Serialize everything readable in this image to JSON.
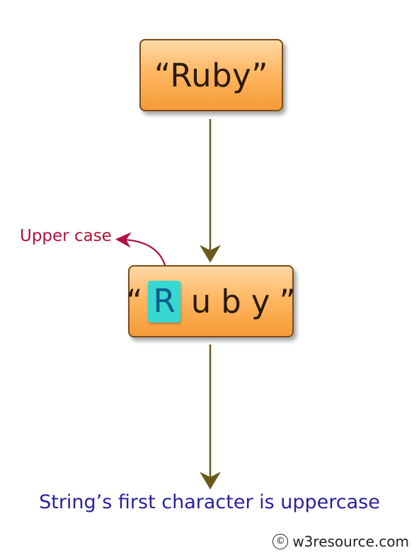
{
  "nodes": {
    "input": {
      "label": "“Ruby”"
    },
    "output": {
      "open_quote": "“",
      "first_char": "R",
      "rest_chars": [
        "u",
        "b",
        "y"
      ],
      "close_quote": "”"
    }
  },
  "annotation": {
    "label": "Upper case"
  },
  "conclusion": "String’s first character is uppercase",
  "credit": {
    "symbol": "©",
    "text": "w3resource.com"
  },
  "colors": {
    "box_fill": "#f8a94e",
    "box_border": "#7a4b1a",
    "highlight": "#37d8cf",
    "annotation": "#b0123e",
    "arrow": "#6a5a1a",
    "conclusion": "#2a1fa0"
  }
}
